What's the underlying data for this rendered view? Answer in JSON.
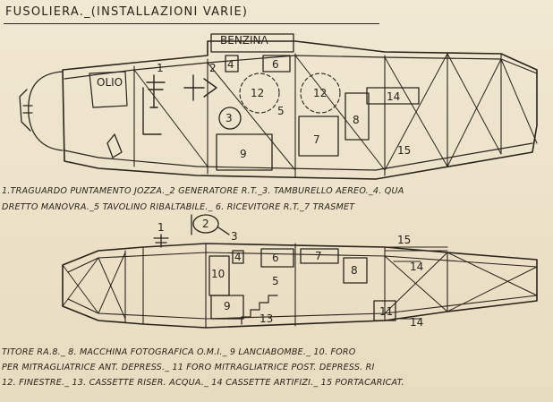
{
  "title": "FUSOLIERA._(INSTALLAZIONI VARIE)",
  "side_view": {
    "tank_label": "BENZINA",
    "oil_label": "OLIO",
    "numbers": [
      "1",
      "2",
      "3",
      "4",
      "5",
      "6",
      "7",
      "8",
      "9",
      "12",
      "12",
      "14",
      "15"
    ]
  },
  "top_view": {
    "numbers": [
      "1",
      "2",
      "3",
      "4",
      "5",
      "6",
      "7",
      "8",
      "9",
      "10",
      "11",
      "13",
      "14",
      "14",
      "15"
    ]
  },
  "legend_top": [
    "1.TRAGUARDO PUNTAMENTO JOZZA._2 GENERATORE R.T._3. TAMBURELLO AEREO._4. QUA",
    "DRETTO MANOVRA._5 TAVOLINO RIBALTABILE._ 6. RICEVITORE R.T._7 TRASMET"
  ],
  "legend_bottom": [
    "TITORE RA.8._ 8. MACCHINA FOTOGRAFICA O.M.I._ 9 LANCIABOMBE._ 10. FORO",
    "PER MITRAGLIATRICE ANT. DEPRESS._ 11 FORO MITRAGLIATRICE POST. DEPRESS. RI",
    "12. FINESTRE._ 13. CASSETTE RISER. ACQUA._ 14 CASSETTE ARTIFIZI._ 15 PORTACARICAT."
  ]
}
